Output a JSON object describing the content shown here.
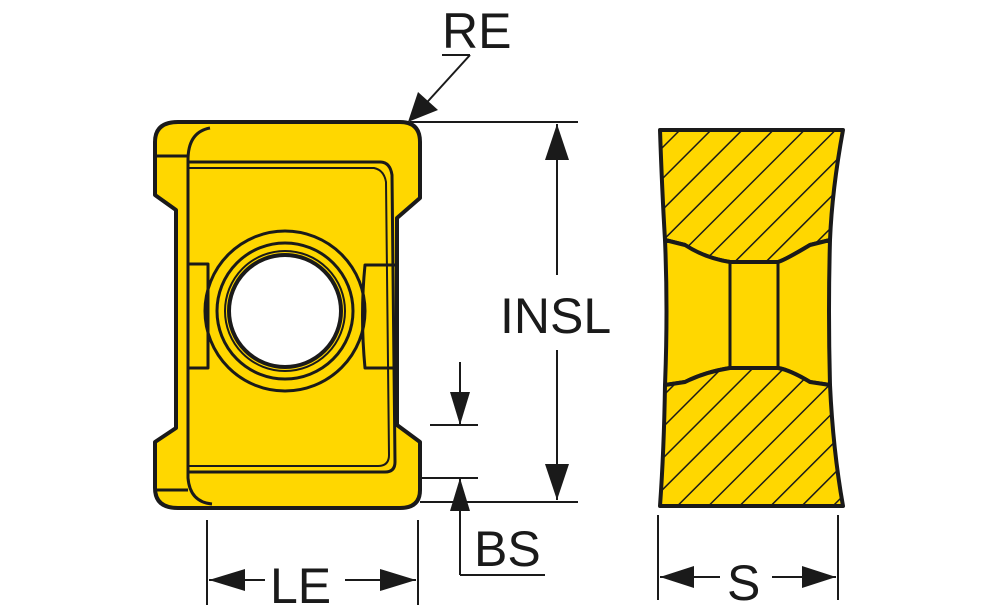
{
  "labels": {
    "re": "RE",
    "insl": "INSL",
    "bs": "BS",
    "le": "LE",
    "s": "S"
  },
  "colors": {
    "insert": "#FFD700",
    "outline": "#1a1a1a"
  }
}
